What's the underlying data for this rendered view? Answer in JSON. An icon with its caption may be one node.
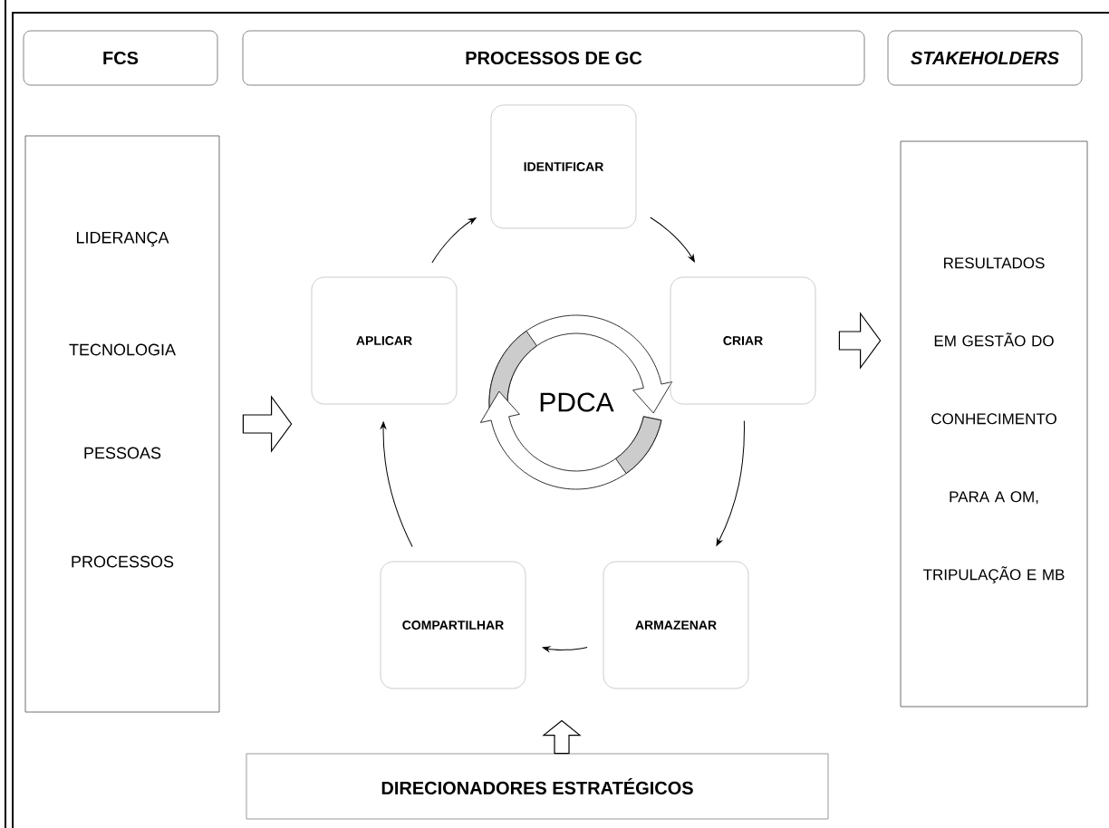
{
  "diagram": {
    "nodes": [
      {
        "text": [
          "FCS"
        ]
      },
      {
        "text": [
          "PROCESSOS DE GC"
        ]
      },
      {
        "text": [
          "STAKEHOLDERS"
        ]
      },
      {
        "text": [
          "LIDERANÇA",
          "TECNOLOGIA",
          "PESSOAS",
          "PROCESSOS"
        ]
      },
      {
        "text": [
          "IDENTIFICAR"
        ]
      },
      {
        "text": [
          "CRIAR"
        ]
      },
      {
        "text": [
          "ARMAZENAR"
        ]
      },
      {
        "text": [
          "COMPARTILHAR"
        ]
      },
      {
        "text": [
          "APLICAR"
        ]
      },
      {
        "text": [
          "PDCA"
        ]
      },
      {
        "text": [
          "RESULTADOS EM GESTÃO DO CONHECIMENTO PARA A OM, TRIPULAÇÃO E MB"
        ]
      },
      {
        "text": [
          "DIRECIONADORES ESTRATÉGICOS"
        ]
      }
    ],
    "edges": [
      {
        "from": 4,
        "to": 5,
        "arrow": "to"
      },
      {
        "from": 5,
        "to": 6,
        "arrow": "to"
      },
      {
        "from": 6,
        "to": 7,
        "arrow": "to"
      },
      {
        "from": 7,
        "to": 8,
        "arrow": "to"
      },
      {
        "from": 8,
        "to": 4,
        "arrow": "to"
      },
      {
        "from": 3,
        "to": 8,
        "arrow": "to",
        "style": "thick"
      },
      {
        "from": 5,
        "to": 10,
        "arrow": "to",
        "style": "thick"
      },
      {
        "from": 11,
        "to": null,
        "arrow": "to",
        "style": "thick"
      }
    ]
  }
}
